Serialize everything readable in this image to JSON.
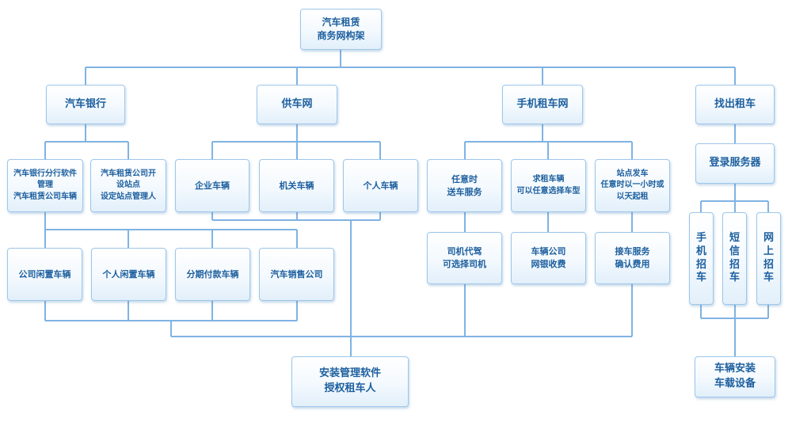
{
  "root": [
    "汽车租赁",
    "商务网构架"
  ],
  "branches": {
    "bank": "汽车银行",
    "supply": "供车网",
    "mobile": "手机租车网",
    "taxi": "找出租车"
  },
  "bank_children": {
    "a": [
      "汽车银行分行软件",
      "管理",
      "汽车租赁公司车辆"
    ],
    "b": [
      "汽车租赁公司开",
      "设站点",
      "设定站点管理人"
    ]
  },
  "supply_children": {
    "enterprise": "企业车辆",
    "agency": "机关车辆",
    "personal": "个人车辆"
  },
  "idle_row": {
    "company_idle": "公司闲置车辆",
    "personal_idle": "个人闲置车辆",
    "installment": "分期付款车辆",
    "dealer": "汽车销售公司"
  },
  "mobile_row1": {
    "anytime": [
      "任意时",
      "送车服务"
    ],
    "request": [
      "求租车辆",
      "可以任意选择车型"
    ],
    "station": [
      "站点发车",
      "任意时以一小时或",
      "以天起租"
    ]
  },
  "mobile_row2": {
    "driver": [
      "司机代驾",
      "可选择司机"
    ],
    "company_fee": [
      "车辆公司",
      "网银收费"
    ],
    "pickup": [
      "接车服务",
      "确认费用"
    ]
  },
  "taxi_children": {
    "login": "登录服务器",
    "phone": [
      "手",
      "机",
      "招",
      "车"
    ],
    "sms": [
      "短",
      "信",
      "招",
      "车"
    ],
    "web": [
      "网",
      "上",
      "招",
      "车"
    ],
    "device": [
      "车辆安装",
      "车载设备"
    ]
  },
  "install": [
    "安装管理软件",
    "授权租车人"
  ],
  "colors": {
    "line": "#7fb3e3",
    "text": "#1d5f9e",
    "border": "#9cc7ec"
  }
}
